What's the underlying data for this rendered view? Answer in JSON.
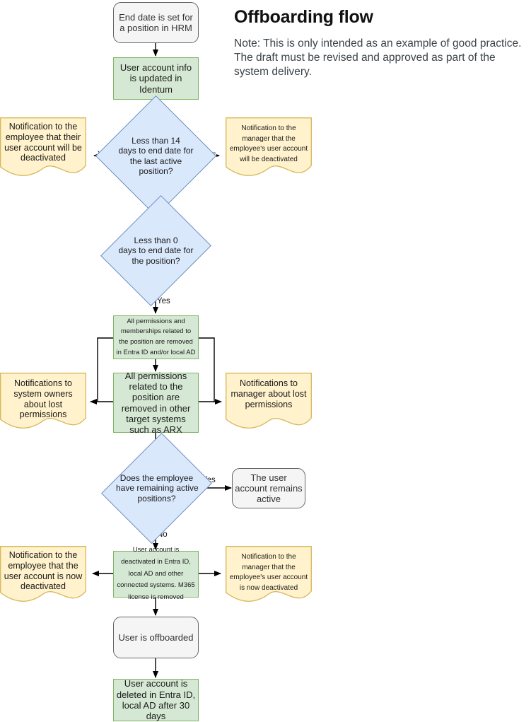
{
  "header": {
    "title": "Offboarding flow",
    "note": "Note: This is only intended as an example of good practice. The draft must be revised and approved as part of the system delivery."
  },
  "palette": {
    "process_fill": "#d5e8d4",
    "process_stroke": "#82b366",
    "decision_fill": "#dae8fc",
    "decision_stroke": "#6c8ebf",
    "note_fill": "#fff2cc",
    "note_stroke": "#d6b656",
    "terminator_fill": "#f5f5f5",
    "terminator_stroke": "#666666",
    "edge_stroke": "#000000"
  },
  "nodes": {
    "start": "End date is set for a position in HRM",
    "update_identum": "User account info is updated in Identum",
    "decision_14_days": "Less than 14 days to end date for the last active position?",
    "note_employee_14": "Notification to the employee that their user account will be deactivated",
    "note_manager_14": "Notification to the manager that the employee's user account will be deactivated",
    "decision_0_days": "Less than 0 days to end date for the position?",
    "remove_entra": "All permissions and memberships related to the position are removed in Entra ID and/or local AD",
    "remove_other": "All permissions related to the position are removed in other target systems such as ARX",
    "note_system_owners": "Notifications to system owners about lost permissions",
    "note_manager_lost": "Notifications to manager about lost permissions",
    "decision_remaining": "Does the employee have remaining active positions?",
    "account_remains": "The user account remains active",
    "deactivate_account": "User account is deactivated in Entra ID, local AD and other connected systems. M365 license is removed",
    "note_employee_deact": "Notification to the employee that the user account is now deactivated",
    "note_manager_deact": "Notification to the manager that the employee's user account is now deactivated",
    "offboarded": "User is offboarded",
    "delete_account": "User account is deleted in Entra ID, local AD after 30 days"
  },
  "decision_lines": {
    "d14_l1": "Less than 14",
    "d14_l2": "days to end date for",
    "d14_l3": "the last active",
    "d14_l4": "position?",
    "d0_l1": "Less than 0",
    "d0_l2": "days to end date for",
    "d0_l3": "the position?",
    "drem_l1": "Does the employee",
    "drem_l2": "have remaining active",
    "drem_l3": "positions?"
  },
  "edge_labels": {
    "yes_left_14": "Yes",
    "yes_right_14": "Yes",
    "yes_0_days": "Yes",
    "yes_remaining": "Yes",
    "no_remaining": "No"
  }
}
